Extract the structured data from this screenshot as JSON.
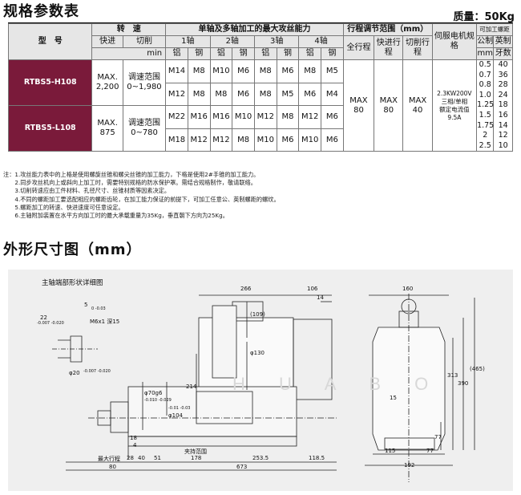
{
  "titles": {
    "spec": "规格参数表",
    "weight": "质量：50Kg",
    "drawing": "外形尺寸图（mm）",
    "spindle_detail": "主轴端部形状详细图"
  },
  "table": {
    "model_header": "型　号",
    "speed_header": "转　速",
    "fast_in": "快进",
    "cut": "切削",
    "speed_unit": "min",
    "capacity_header": "单轴及多轴加工的最大攻丝能力",
    "axes": [
      "1轴",
      "2轴",
      "3轴",
      "4轴"
    ],
    "materials": [
      "铝",
      "钢",
      "铝",
      "钢",
      "铝",
      "钢",
      "铝",
      "钢"
    ],
    "stroke_header": "行程调节范围（mm）",
    "full_stroke": "全行程",
    "fast_stroke": "快进行程",
    "cut_stroke": "切削行程",
    "motor_header": "伺服电机规格",
    "thread_header": "可加工螺距",
    "metric": "公制",
    "imperial": "英制",
    "mm_unit": "mm",
    "tpi_unit": "牙数",
    "rows": [
      {
        "model": "RTBS5-H108",
        "fast": "MAX.\n2,200",
        "cut": "调速范围\n0~1,980",
        "taps1": [
          "M14",
          "M8",
          "M10",
          "M6",
          "M8",
          "M6",
          "M8",
          "M5"
        ],
        "taps2": [
          "M12",
          "M8",
          "M8",
          "M6",
          "M8",
          "M5",
          "M6",
          "M4"
        ]
      },
      {
        "model": "RTBS5-L108",
        "fast": "MAX.\n875",
        "cut": "调速范围\n0~780",
        "taps1": [
          "M22",
          "M16",
          "M16",
          "M10",
          "M12",
          "M8",
          "M12",
          "M6"
        ],
        "taps2": [
          "M18",
          "M12",
          "M12",
          "M8",
          "M10",
          "M6",
          "M10",
          "M6"
        ]
      }
    ],
    "strokes": [
      "MAX\n80",
      "MAX\n80",
      "MAX\n40"
    ],
    "motor": "2.3KW200V\n三相/单相\n额定电流值\n9.5A",
    "pitch_mm": [
      "0.5",
      "0.7",
      "0.8",
      "1.0",
      "1.25",
      "1.5",
      "1.75",
      "2",
      "2.5"
    ],
    "pitch_tpi": [
      "40",
      "36",
      "28",
      "24",
      "18",
      "16",
      "14",
      "12",
      "10"
    ]
  },
  "notes": [
    "注：1.攻丝能力表中的上格是使用螺旋丝锥和螺尖丝锥的加工能力，下格是使用2#手锥的加工能力。",
    "　　2.同步攻丝机向上或斜向上加工时，需要特别规格的防水保护罩。需结合规格制作，敬请联络。",
    "　　3.切削转速应由工件材料、孔径尺寸、丝锥材质等因素决定。",
    "　　4.不同的螺距加工要选配相应的螺距齿轮，在加工能力保证的前提下，可加工任意公、英制螺距的螺纹。",
    "　　5.螺距加工的转速、快进速度可任意设定。",
    "　　6.主轴附加装置在水平方向加工时的最大承载重量为35Kg，垂直朝下方向为25Kg。"
  ],
  "dims": {
    "d266": "266",
    "d106": "106",
    "d14": "14",
    "d109": "(109)",
    "d130": "φ130",
    "d214": "214",
    "d70": "φ70g6",
    "d70tol": "-0.010 -0.029",
    "d104": "φ104",
    "d104tol": "-0.01 -0.03",
    "d18": "18",
    "d4": "4",
    "d28": "28",
    "d40": "40",
    "d51": "51",
    "d178": "178",
    "d2535": "253.5",
    "d1185": "118.5",
    "d80": "80",
    "d673": "673",
    "clamp": "夹持范围",
    "maxstroke": "最大行程",
    "d160": "160",
    "d313": "313",
    "d390": "390",
    "d465": "(465)",
    "d15": "15",
    "d77": "77",
    "d115": "115",
    "d77b": "77",
    "d192": "192",
    "key5": "5",
    "key5tol": "0 -0.03",
    "d22": "22",
    "d22tol": "-0.007 -0.020",
    "m6": "M6x1 深15",
    "d20": "φ20",
    "d20tol": "-0.007 -0.020",
    "watermark": "H U A B O"
  }
}
